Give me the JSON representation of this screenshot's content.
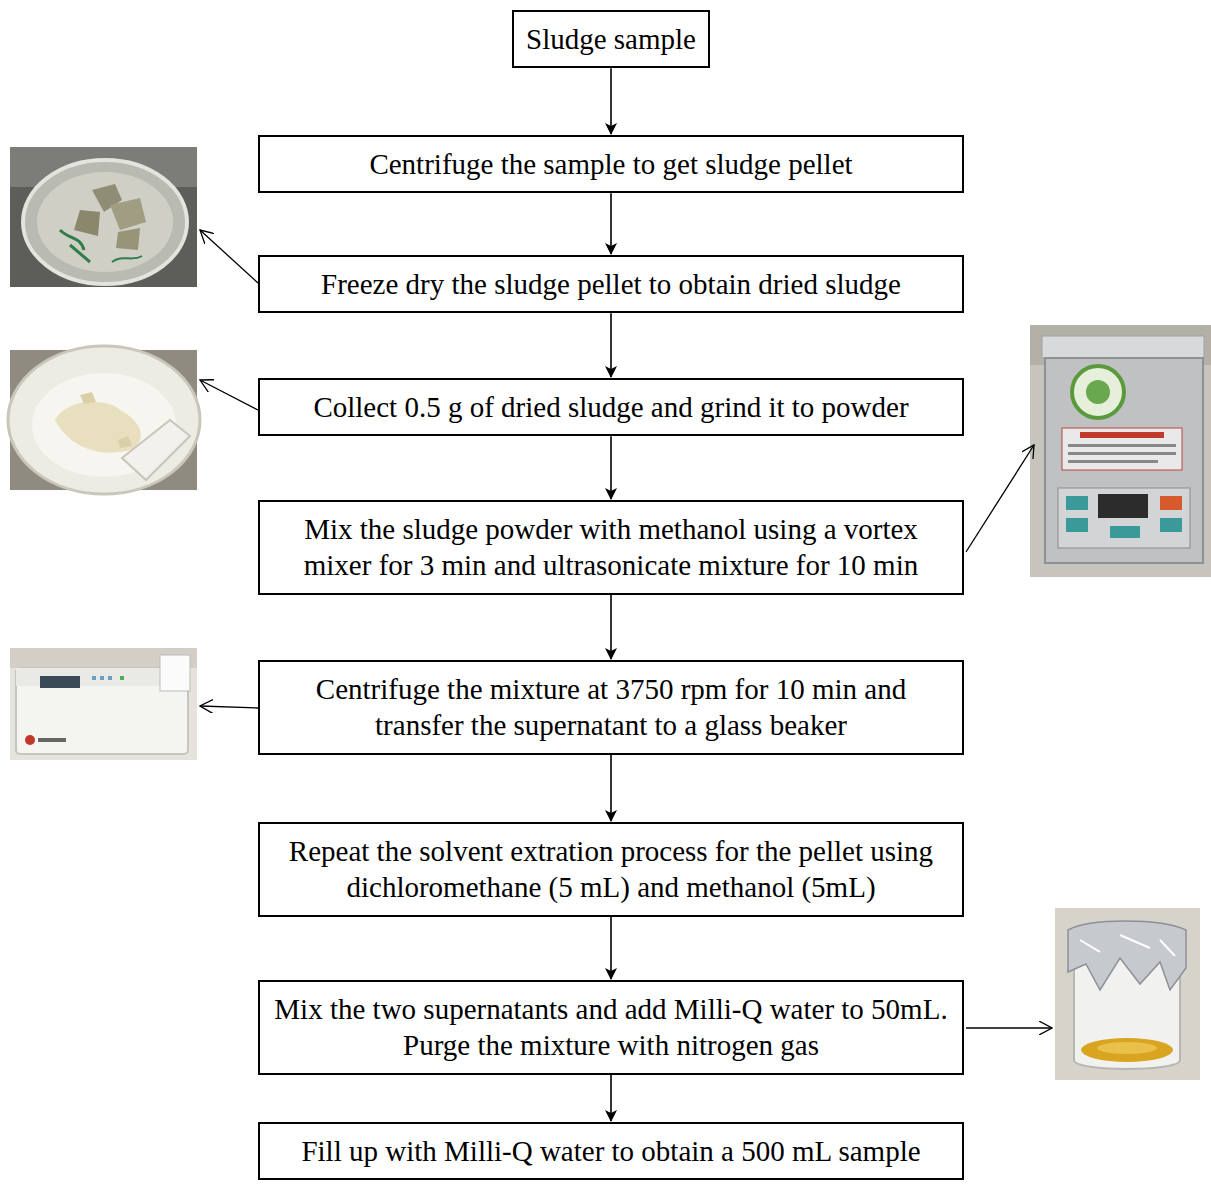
{
  "diagram": {
    "nodes": [
      {
        "text": [
          "Sludge sample"
        ]
      },
      {
        "text": [
          "Centrifuge the sample to get sludge pellet"
        ]
      },
      {
        "text": [
          "Freeze dry the sludge pellet to obtain dried sludge"
        ]
      },
      {
        "text": [
          "Collect 0.5 g of dried sludge and grind it to powder"
        ]
      },
      {
        "text": [
          "Mix the sludge powder with methanol using a vortex mixer for 3 min and ultrasonicate mixture for 10 min"
        ]
      },
      {
        "text": [
          "Centrifuge the mixture at 3750 rpm for 10 min and transfer the supernatant to a glass beaker"
        ]
      },
      {
        "text": [
          "Repeat the solvent extration process for the pellet using dichloromethane (5 mL) and methanol (5mL)"
        ]
      },
      {
        "text": [
          "Mix the two supernatants and add Milli-Q water to 50mL. Purge the mixture with nitrogen gas"
        ]
      },
      {
        "text": [
          "Fill up with Milli-Q water to obtain a 500 mL sample"
        ]
      }
    ],
    "edges": [
      {
        "from": 0,
        "to": 1,
        "arrow": "to"
      },
      {
        "from": 1,
        "to": 2,
        "arrow": "to"
      },
      {
        "from": 2,
        "to": 3,
        "arrow": "to"
      },
      {
        "from": 3,
        "to": 4,
        "arrow": "to"
      },
      {
        "from": 4,
        "to": 5,
        "arrow": "to"
      },
      {
        "from": 5,
        "to": 6,
        "arrow": "to"
      },
      {
        "from": 6,
        "to": 7,
        "arrow": "to"
      },
      {
        "from": 7,
        "to": 8,
        "arrow": "to"
      }
    ]
  }
}
